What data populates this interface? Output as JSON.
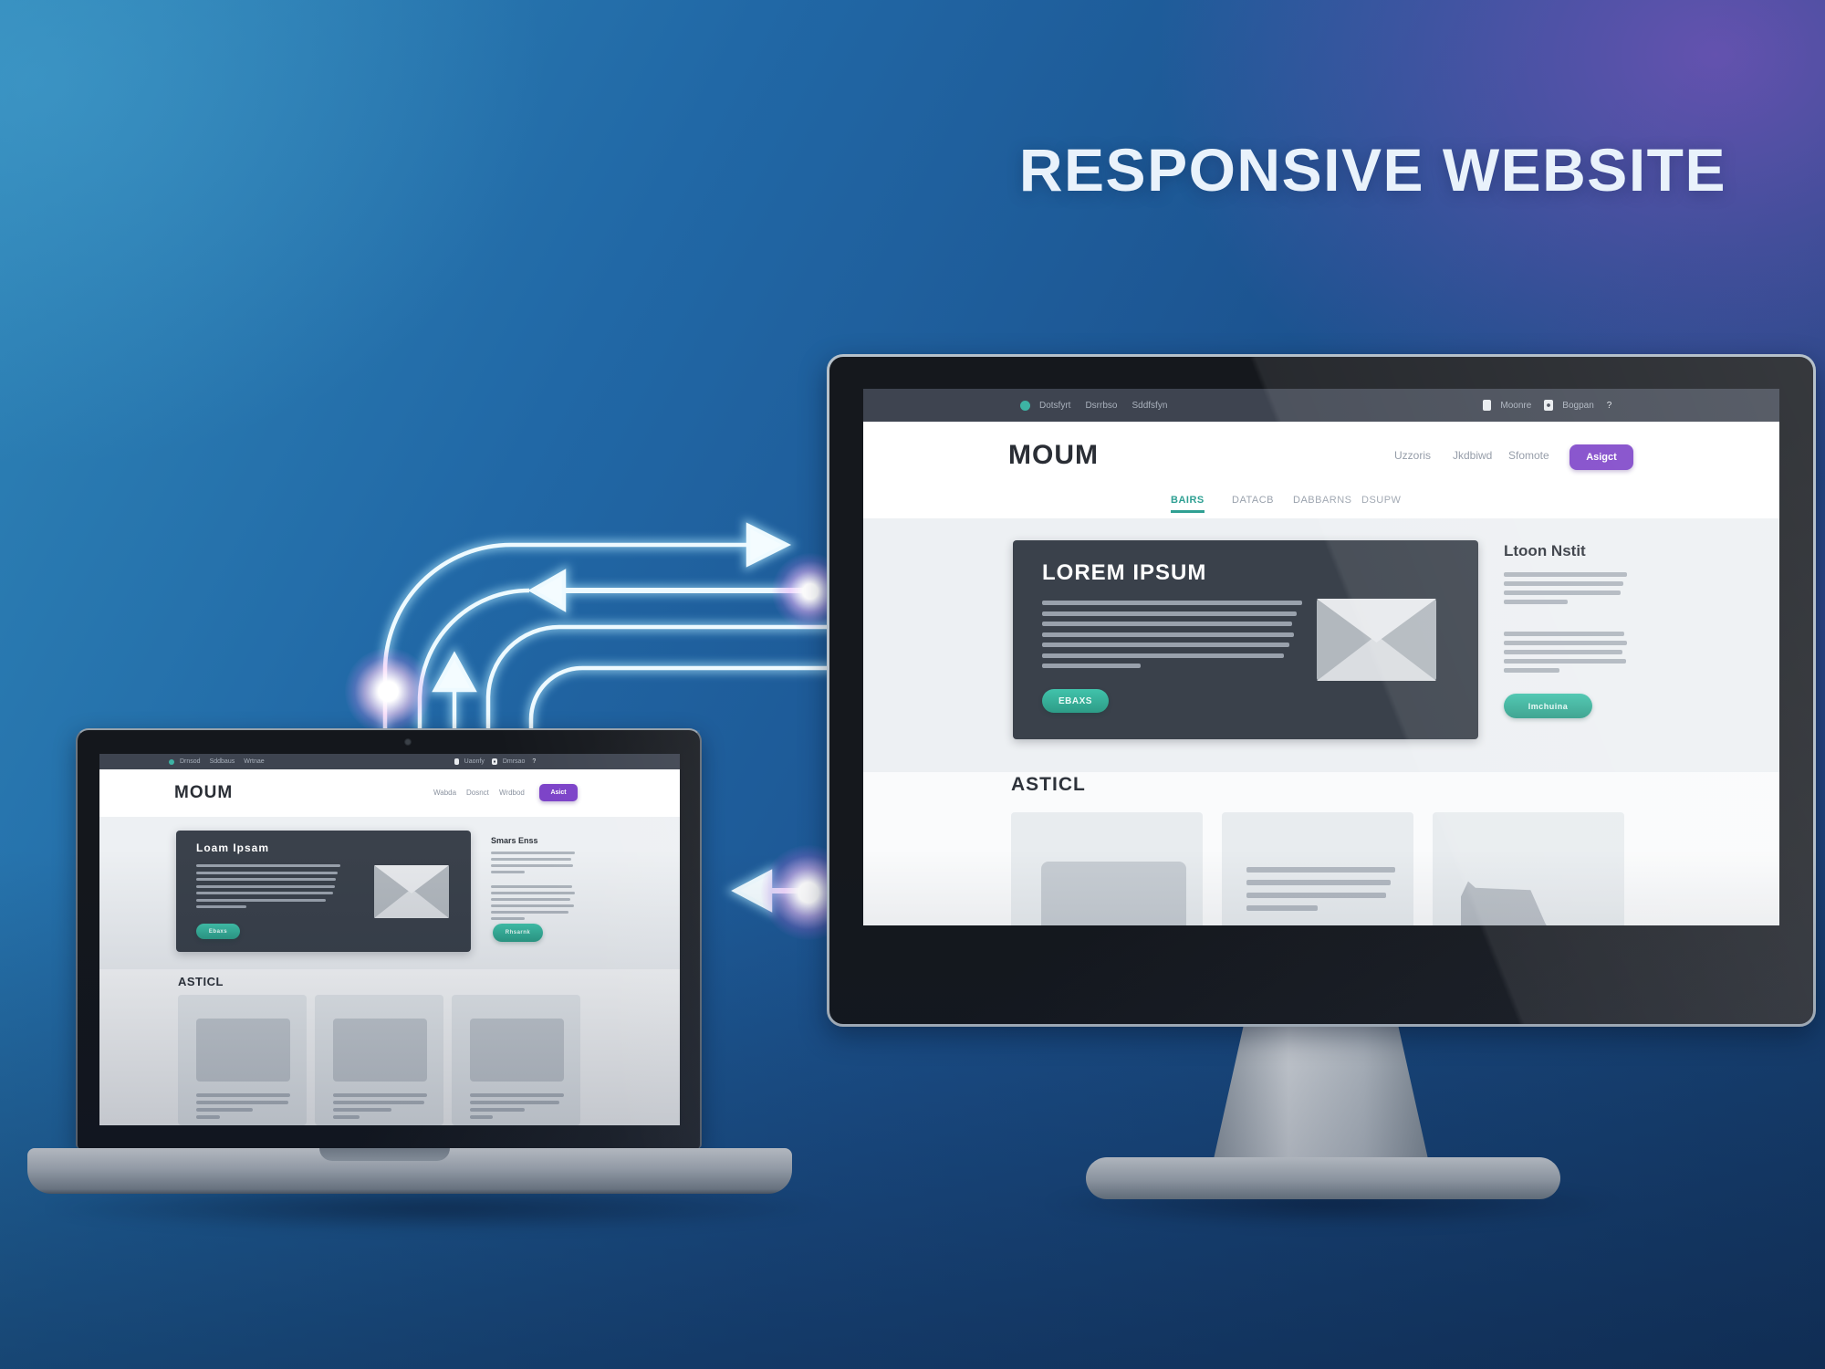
{
  "title": "RESPONSIVE WEBSITE",
  "colors": {
    "accent_teal": "#31b09a",
    "accent_purple": "#7c42c8",
    "arrow_glow": "#e8f8ff",
    "bg_blue_light": "#2f86b8",
    "bg_blue_dark": "#163f70",
    "bg_purple_corner": "#9454c8",
    "site_topbar": "#3e4450",
    "hero_card": "#3a414b",
    "content_band": "#edf0f3"
  },
  "monitor": {
    "topbar": {
      "left_links": [
        "Dotsfyrt",
        "Dsrrbso",
        "Sddfsfyn"
      ],
      "right_links": [
        "Moonre",
        "Bogpan"
      ],
      "help": "?"
    },
    "header": {
      "logo": "MOUM",
      "nav": [
        "Uzzoris",
        "Jkdbiwd",
        "Sfomote"
      ],
      "cta": "Asigct"
    },
    "tabs": {
      "active": "BAIRS",
      "items": [
        "DATACB",
        "DABBARNS",
        "DSUPW"
      ]
    },
    "hero": {
      "heading": "LOREM IPSUM",
      "text_lines": [
        100,
        98,
        96,
        97,
        95,
        93,
        38
      ],
      "cta": "EBAXS",
      "icon": "envelope-icon"
    },
    "sidebar": {
      "heading": "Ltoon Nstit",
      "para1_lines": [
        100,
        97,
        95,
        52
      ],
      "para2_lines": [
        98,
        100,
        96,
        99,
        45
      ],
      "cta": "Imchuina"
    },
    "articles": {
      "heading": "ASTICL",
      "card2_lines": [
        100,
        97,
        94,
        48
      ],
      "card_types": [
        "image",
        "text",
        "chart"
      ]
    }
  },
  "laptop": {
    "topbar": {
      "left_links": [
        "Drnsod",
        "Sddbaus",
        "Wrtnae"
      ],
      "right_links": [
        "Uaonfy",
        "Dmrsao"
      ],
      "help": "?"
    },
    "header": {
      "logo": "MOUM",
      "nav": [
        "Wabda",
        "Dosnct",
        "Wrdbod"
      ],
      "cta": "Asict"
    },
    "hero": {
      "heading": "Loam Ipsam",
      "text_lines": [
        100,
        98,
        97,
        96,
        95,
        90,
        35
      ],
      "cta": "Ebaxs",
      "icon": "envelope-icon"
    },
    "sidebar": {
      "heading": "Smars Enss",
      "para1_lines": [
        100,
        96,
        98,
        40
      ],
      "para2_lines": [
        97,
        100,
        95,
        99,
        92,
        40
      ],
      "cta": "Rhsarnk"
    },
    "articles": {
      "heading": "ASTICL",
      "card_lines": [
        [
          100,
          98,
          60,
          25
        ],
        [
          100,
          97,
          62,
          28
        ],
        [
          100,
          95,
          58,
          24
        ]
      ]
    }
  },
  "arrows": {
    "description": "four glowing curved connector lines between laptop and monitor",
    "heads": [
      "right",
      "left",
      "up",
      "left"
    ],
    "glow_dots": 3
  }
}
